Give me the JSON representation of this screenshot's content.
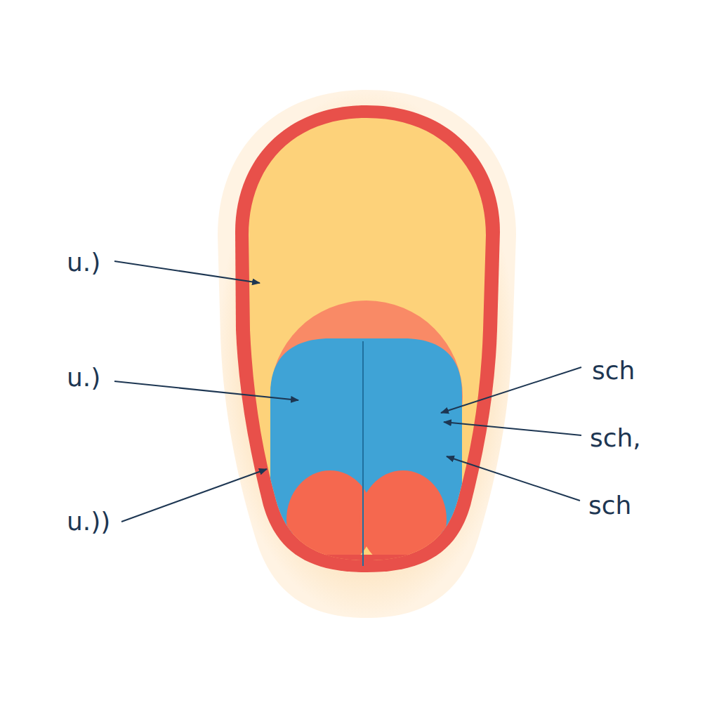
{
  "diagram": {
    "labels": [
      "u.)",
      "u.)",
      "u.))",
      "sch",
      "sch,",
      "sch"
    ]
  }
}
